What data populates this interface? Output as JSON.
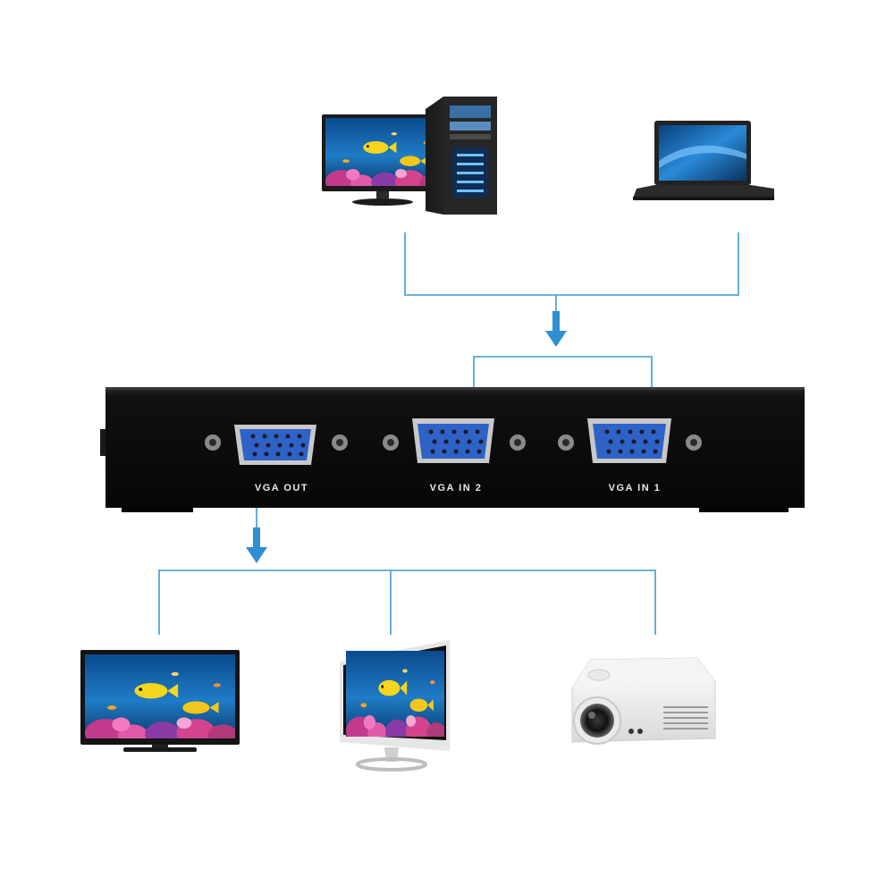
{
  "switch_box": {
    "ports": [
      {
        "label": "VGA OUT"
      },
      {
        "label": "VGA IN 2"
      },
      {
        "label": "VGA IN 1"
      }
    ]
  },
  "sources": [
    {
      "icon": "desktop-computer-icon"
    },
    {
      "icon": "laptop-icon"
    }
  ],
  "outputs": [
    {
      "icon": "flat-tv-icon"
    },
    {
      "icon": "lcd-monitor-icon"
    },
    {
      "icon": "projector-icon"
    }
  ],
  "colors": {
    "connector_line": "#3d9ad6",
    "arrow": "#2e8fd2",
    "vga_blue": "#2f62c6",
    "box_body": "#0d0d0d"
  }
}
